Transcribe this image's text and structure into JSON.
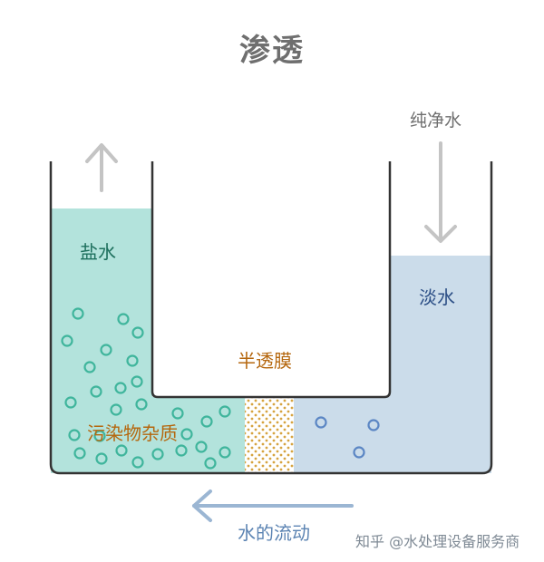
{
  "title": "渗透",
  "labels": {
    "salt_water": "盐水",
    "fresh_water": "淡水",
    "membrane": "半透膜",
    "pollutants": "污染物杂质",
    "pure_water": "纯净水",
    "water_flow": "水的流动"
  },
  "watermark": "知乎 @水处理设备服务商",
  "colors": {
    "salt_water": "#b3e3dc",
    "fresh_water": "#cbdcea",
    "container_outline": "#333333",
    "pollutant_circles": "#3fb59c",
    "fresh_particles": "#5b86c4",
    "membrane_dots": "#d6a441",
    "arrow_gray": "#c4c4c4",
    "flow_arrow": "#9bb6d3"
  },
  "icons": [
    "up-arrow-icon",
    "down-arrow-icon",
    "left-arrow-icon"
  ]
}
